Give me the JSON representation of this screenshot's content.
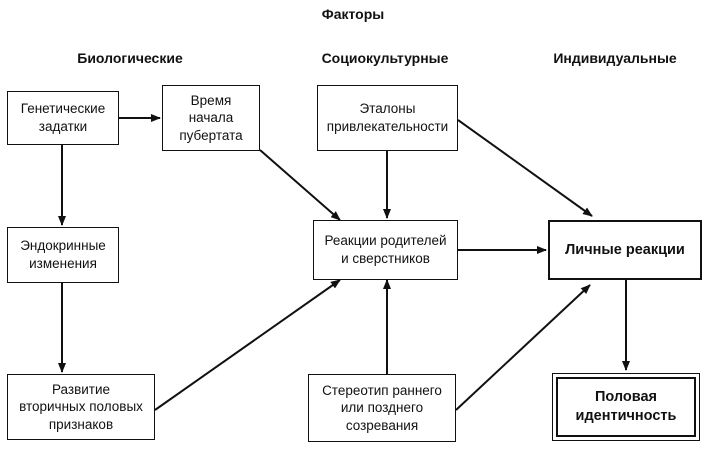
{
  "headers": {
    "factors": "Факторы",
    "biological": "Биологические",
    "sociocultural": "Социокультурные",
    "individual": "Индивидуальные"
  },
  "nodes": {
    "genetic": "Генетические\nзадатки",
    "puberty_time": "Время\nначала\nпубертата",
    "endocrine": "Эндокринные\nизменения",
    "secondary": "Развитие\nвторичных половых\nпризнаков",
    "standards": "Эталоны\nпривлекательности",
    "reactions": "Реакции родителей\nи сверстников",
    "stereotype": "Стереотип раннего\nили позднего\nсозревания",
    "personal": "Личные реакции",
    "identity": "Половая\nидентичность"
  },
  "colors": {
    "line": "#111111",
    "background": "#ffffff"
  }
}
